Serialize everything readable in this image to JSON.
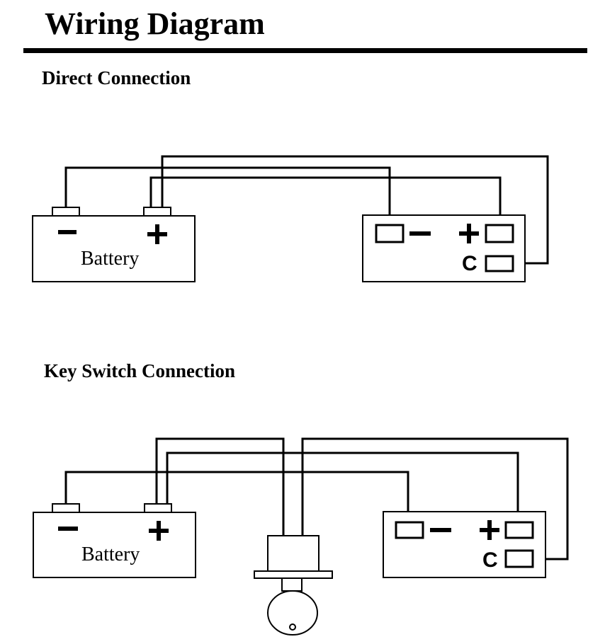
{
  "title": "Wiring Diagram",
  "sections": [
    {
      "heading": "Direct Connection",
      "battery": {
        "label": "Battery",
        "neg_symbol": "−",
        "pos_symbol": "+"
      },
      "device": {
        "neg_symbol": "−",
        "pos_symbol": "+",
        "c_label": "C"
      }
    },
    {
      "heading": "Key Switch Connection",
      "battery": {
        "label": "Battery",
        "neg_symbol": "−",
        "pos_symbol": "+"
      },
      "device": {
        "neg_symbol": "−",
        "pos_symbol": "+",
        "c_label": "C"
      }
    }
  ],
  "colors": {
    "line": "#000000",
    "background": "#ffffff"
  }
}
